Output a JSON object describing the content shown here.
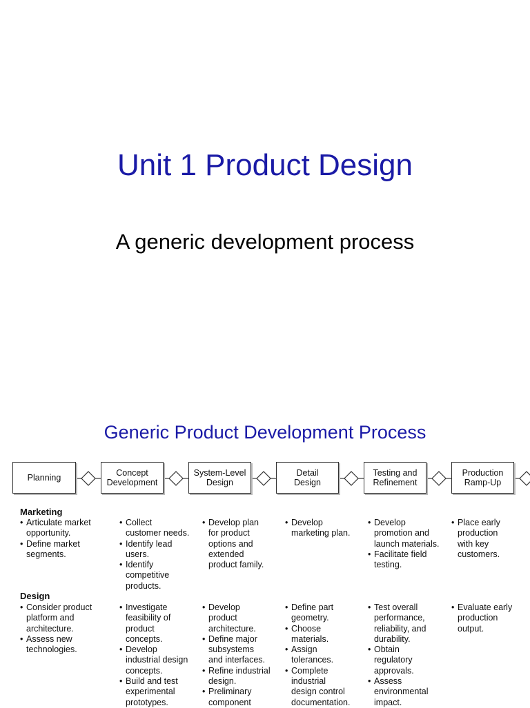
{
  "slide": {
    "title": "Unit 1 Product Design",
    "subtitle": "A generic development process"
  },
  "figure": {
    "title": "Generic Product Development Process",
    "phases": [
      "Planning",
      "Concept\nDevelopment",
      "System-Level\nDesign",
      "Detail\nDesign",
      "Testing and\nRefinement",
      "Production\nRamp-Up"
    ],
    "sections": [
      {
        "name": "Marketing",
        "columns": [
          [
            "Articulate market\nopportunity.",
            "Define market\nsegments."
          ],
          [
            "Collect\ncustomer needs.",
            "Identify lead\nusers.",
            "Identify\ncompetitive\nproducts."
          ],
          [
            "Develop plan\nfor product\noptions and\nextended\nproduct family."
          ],
          [
            "Develop\nmarketing plan."
          ],
          [
            "Develop\npromotion and\nlaunch materials.",
            "Facilitate field\ntesting."
          ],
          [
            "Place early\nproduction\nwith key\ncustomers."
          ]
        ]
      },
      {
        "name": "Design",
        "columns": [
          [
            "Consider product\nplatform and\narchitecture.",
            "Assess new\ntechnologies."
          ],
          [
            "Investigate\nfeasibility of\nproduct\nconcepts.",
            "Develop\nindustrial design\nconcepts.",
            "Build and test\nexperimental\nprototypes."
          ],
          [
            "Develop\nproduct\narchitecture.",
            "Define major\nsubsystems\nand interfaces.",
            "Refine industrial\ndesign.",
            "Preliminary\ncomponent"
          ],
          [
            "Define part\ngeometry.",
            "Choose\nmaterials.",
            "Assign\ntolerances.",
            "Complete\nindustrial\ndesign control\ndocumentation."
          ],
          [
            "Test overall\nperformance,\nreliability, and\ndurability.",
            "Obtain\nregulatory\napprovals.",
            "Assess\nenvironmental\nimpact."
          ],
          [
            "Evaluate early\nproduction\noutput."
          ]
        ]
      }
    ]
  }
}
